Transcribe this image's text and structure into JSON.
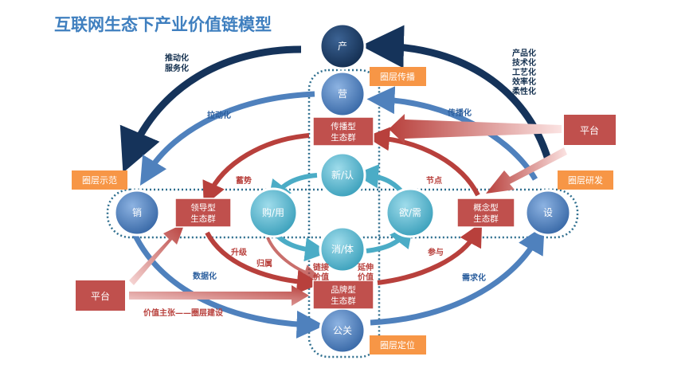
{
  "title": "互联网生态下产业价值链模型",
  "nodes": {
    "chan": "产",
    "ying": "营",
    "xiao": "销",
    "she": "设",
    "gouyong": "购/用",
    "yuxu": "欲/需",
    "xinren": "新/认",
    "xiaoti": "消/体",
    "gongguan": "公关"
  },
  "boxes": {
    "chuanbo": [
      "传播型",
      "生态群"
    ],
    "lingdao": [
      "领导型",
      "生态群"
    ],
    "gainian": [
      "概念型",
      "生态群"
    ],
    "pinpai": [
      "品牌型",
      "生态群"
    ],
    "platform_right": "平台",
    "platform_left": "平台"
  },
  "tags": {
    "chuanbo": "圈层传播",
    "shifan": "圈层示范",
    "yanfa": "圈层研发",
    "dingwei": "圈层定位"
  },
  "labels": {
    "tuidong": [
      "推动化",
      "服务化"
    ],
    "chanpin": [
      "产品化",
      "技术化",
      "工艺化",
      "效率化",
      "柔性化"
    ],
    "ladong": "拉动化",
    "chuanbohua": "传播化",
    "xushi": "蓄势",
    "jiedian": "节点",
    "shengji": "升级",
    "guishu": "归属",
    "lianjie": [
      "链接",
      "价值"
    ],
    "yanshen": [
      "延伸",
      "价值"
    ],
    "canyu": "参与",
    "shujuhua": "数据化",
    "xuqiuhua": "需求化",
    "jiazhi": "价值主张——圈层建设"
  },
  "colors": {
    "title": "#3f7fbf",
    "navy_arrow": "#15335a",
    "blue_arrow": "#4f81bd",
    "red_arrow": "#b8403c",
    "teal_arrow": "#4bacc6",
    "box_red": "#c0504d",
    "tag_orange": "#f79646",
    "node_blue": "#4f81bd",
    "node_navy": "#1f3f6a",
    "node_teal": "#4bacc6"
  }
}
